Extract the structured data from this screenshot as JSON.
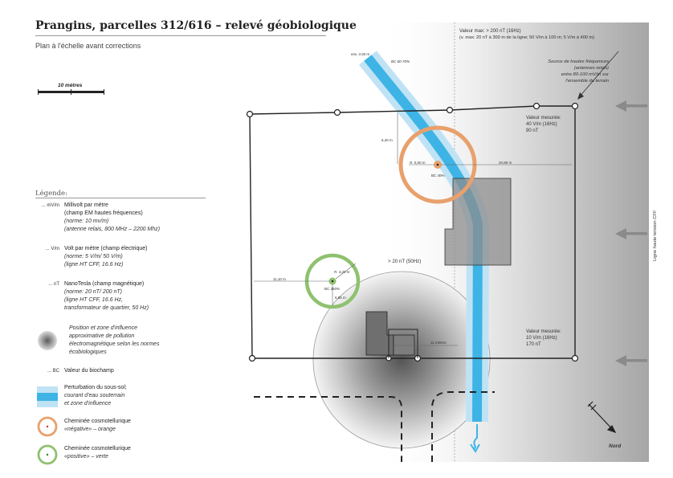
{
  "header": {
    "title": "Prangins, parcelles 312/616 – relevé géobiologique",
    "subtitle": "Plan à l'échelle avant corrections"
  },
  "scale": {
    "label": "10 mètres"
  },
  "legend": {
    "title": "Légende:",
    "items": [
      {
        "unit": "... mV/m",
        "name": "Millivolt par mètre",
        "lines": [
          "(champ EM hautes fréquences)"
        ],
        "notes": [
          "(norme: 10 mv/m)",
          "(antenne relais, 800 MHz – 2200 Mhz)"
        ]
      },
      {
        "unit": "... V/m",
        "name": "Volt par mètre (champ électrique)",
        "lines": [],
        "notes": [
          "(norme: 5 V/m/ 50 V/m)",
          "(ligne HT CFF, 16.6 Hz)"
        ]
      },
      {
        "unit": "... nT",
        "name": "NanoTesla (champ magnétique)",
        "lines": [],
        "notes": [
          "(norme: 20 nT/ 200 nT)",
          "(ligne HT CFF, 16.6 Hz,",
          "transformateur de quartier, 50 Hz)"
        ]
      },
      {
        "unit": "",
        "name": "",
        "lines": [],
        "notes": [
          "Position et zone d'influence",
          "approximative de pollution",
          "électromagnétique selon les normes",
          "écobiologiques"
        ]
      },
      {
        "unit": "... BC",
        "name": "Valeur du biochamp",
        "lines": [],
        "notes": []
      },
      {
        "unit": "",
        "name": "Perturbation du sous-sol;",
        "lines": [],
        "notes": [
          "courant d'eau souterrain",
          "et zone d'influence"
        ]
      },
      {
        "unit": "",
        "name": "Cheminée cosmotellurique",
        "lines": [],
        "notes": [
          "«négative» – orange"
        ]
      },
      {
        "unit": "",
        "name": "Cheminée cosmotellurique",
        "lines": [],
        "notes": [
          "«positive» – verte"
        ]
      }
    ]
  },
  "annotations": {
    "max_line1": "Valeur max: > 200 nT (16Hz)",
    "max_line2": "(v. max: 20 nT à 300 m de la ligne; 50 V/m à 100 m; 5 V/m à 400 m)",
    "source1": "Source de hautes fréquences",
    "source2": "(antennes relais)",
    "source3": "entre 80-100 mV/m sur",
    "source4": "l'ensemble du terrain",
    "mes1_1": "Valeur mesurée:",
    "mes1_2": "40 V/m (16Hz)",
    "mes1_3": "90 nT",
    "mes2_1": "Valeur mesurée:",
    "mes2_2": "10 V/m (16Hz)",
    "mes2_3": "170 nT",
    "nt50": "> 20 nT (50Hz)",
    "ligne": "Ligne haute tension CFF",
    "nord": "Nord",
    "bc_stream": "BC 60-70%",
    "env_width": "env. 3.50 m",
    "d_645": "6,40 m",
    "d_arrow": "R. 5,00 m",
    "bc_40": "BC 40%",
    "d_2080": "20,80 m",
    "d_1470": "11,10 m",
    "r_420": "R. 4,20 m",
    "bc_350": "BC 350%",
    "d_686": "6,85 m",
    "d_1100": "11 mètres"
  },
  "colors": {
    "stream_core": "#3db4e5",
    "stream_halo": "#bfe3f5",
    "orange": "#e8a06c",
    "green": "#8fc16e",
    "gray_band": "#a9a9a9",
    "building": "#8c8c8c"
  }
}
